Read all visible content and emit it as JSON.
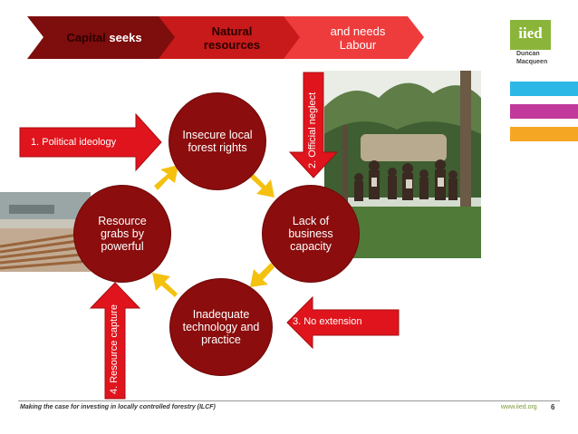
{
  "header": {
    "chevron1_strong": "Capital",
    "chevron1_rest": " seeks",
    "chevron2": "Natural resources",
    "chevron3": "and needs Labour"
  },
  "brand": {
    "logo": "iied",
    "author": "Duncan Macqueen",
    "stripes": [
      "#2bb8e6",
      "#c0399b",
      "#f5a623"
    ]
  },
  "cycle": {
    "top": "Insecure local forest rights",
    "right": "Lack of business capacity",
    "bottom": "Inadequate technology and practice",
    "left": "Resource grabs by powerful"
  },
  "arrows": {
    "a1": "1. Political ideology",
    "a2": "2. Official neglect",
    "a3": "3. No extension",
    "a4": "4. Resource capture"
  },
  "colors": {
    "dark_red": "#8b0d0d",
    "arrow_red": "#e0141c",
    "circle_arrow": "#f4c10f"
  },
  "footer": {
    "title": "Making the case for investing in locally controlled forestry (ILCF)",
    "site": "www.iied.org",
    "page": "6"
  }
}
